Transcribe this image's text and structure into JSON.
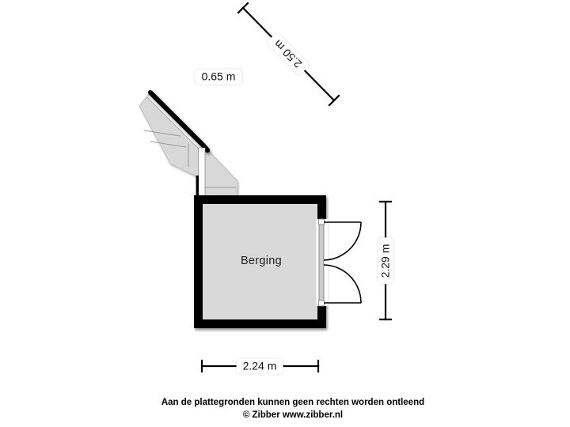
{
  "colors": {
    "background": "#ffffff",
    "wall": "#000000",
    "floor": "#d9d9d9",
    "stair-fill": "#d8d8d8",
    "step-line": "#9a9a9a",
    "dim-line": "#000000",
    "label-bg": "#ffffff",
    "label-text": "#111111",
    "footer-text": "#000000"
  },
  "floorplan": {
    "room": {
      "name": "Berging"
    },
    "dimensions": {
      "room_width": {
        "label": "2.24 m"
      },
      "room_depth": {
        "label": "2.29 m"
      },
      "stair_length": {
        "label": "2.50 m"
      },
      "stair_width": {
        "label": "0.65 m"
      }
    }
  },
  "footer": {
    "disclaimer": "Aan de plattegronden kunnen geen rechten worden ontleend",
    "copyright": "© Zibber www.zibber.nl"
  }
}
